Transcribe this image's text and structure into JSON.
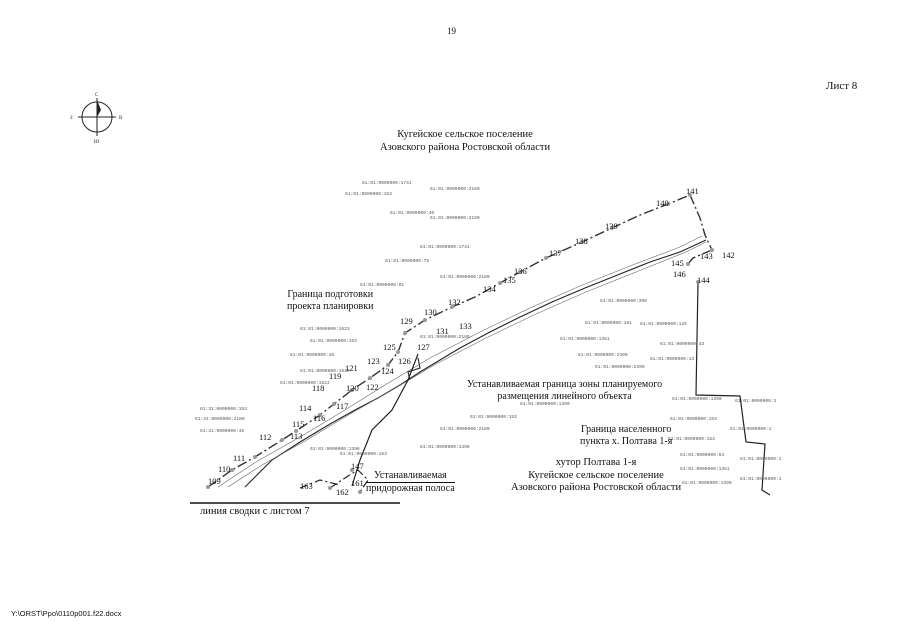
{
  "page_number": "19",
  "sheet_label": "Лист 8",
  "title_line1": "Кугейское сельское поселение",
  "title_line2": "Азовского района Ростовской области",
  "labels": {
    "planning_boundary_1": "Граница подготовки",
    "planning_boundary_2": "проекта планировки",
    "zone_boundary_1": "Устанавливаемая граница зоны планируемого",
    "zone_boundary_2": "размещения линейного объекта",
    "settlement_boundary_1": "Граница населенного",
    "settlement_boundary_2": "пункта х. Полтава 1-я",
    "village_1": "хутор Полтава 1-я",
    "village_2": "Кугейское сельское поселение",
    "village_3": "Азовского района Ростовской области",
    "roadside_1": "Устанавливаемая",
    "roadside_2": "придорожная полоса",
    "junction_line": "линия сводки с листом 7"
  },
  "points": [
    "109",
    "110",
    "111",
    "112",
    "113",
    "114",
    "115",
    "116",
    "117",
    "118",
    "119",
    "120",
    "121",
    "122",
    "123",
    "124",
    "125",
    "126",
    "127",
    "129",
    "130",
    "131",
    "132",
    "133",
    "134",
    "135",
    "136",
    "137",
    "138",
    "139",
    "140",
    "141",
    "142",
    "143",
    "144",
    "145",
    "146",
    "147",
    "161",
    "162",
    "163"
  ],
  "footer_path": "Y:\\ORST\\Ppo\\0110p001.f22.docx",
  "compass_letters": [
    "C",
    "Ю",
    "В",
    "З"
  ]
}
